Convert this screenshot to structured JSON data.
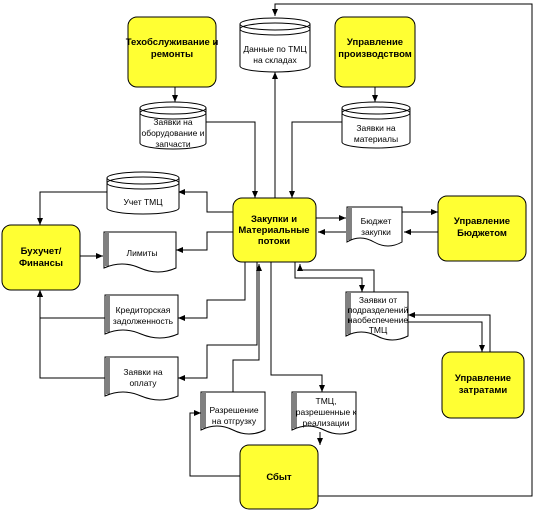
{
  "processes": {
    "maintenance": [
      "Техобслуживание и",
      "ремонты"
    ],
    "production": [
      "Управление",
      "производством"
    ],
    "procurement": [
      "Закупки и",
      "Материальные",
      "потоки"
    ],
    "accounting": [
      "Бухучет/",
      "Финансы"
    ],
    "budget": [
      "Управление",
      "Бюджетом"
    ],
    "costs": [
      "Управление",
      "затратами"
    ],
    "sales": [
      "Сбыт"
    ]
  },
  "stores": {
    "inventory": [
      "Данные по ТМЦ",
      "на складах"
    ],
    "equipment_requests": [
      "Заявки на",
      "оборудование и",
      "запчасти"
    ],
    "material_requests": [
      "Заявки на",
      "материалы"
    ],
    "tmc_accounting": [
      "Учет ТМЦ"
    ]
  },
  "documents": {
    "limits": [
      "Лимиты"
    ],
    "payables": [
      "Кредиторская",
      "задолженность"
    ],
    "payment_requests": [
      "Заявки на",
      "оплату"
    ],
    "procurement_budget": [
      "Бюджет",
      "закупки"
    ],
    "department_requests": [
      "Заявки от",
      "подразделений",
      "наобеспечение",
      "ТМЦ"
    ],
    "shipment_permit": [
      "Разрешение",
      "на отгрузку"
    ],
    "approved_tmc": [
      "ТМЦ,",
      "разрешенные к",
      "реализации"
    ]
  },
  "colors": {
    "process_fill": "#ffff33",
    "stroke": "#000000",
    "background": "#ffffff"
  }
}
